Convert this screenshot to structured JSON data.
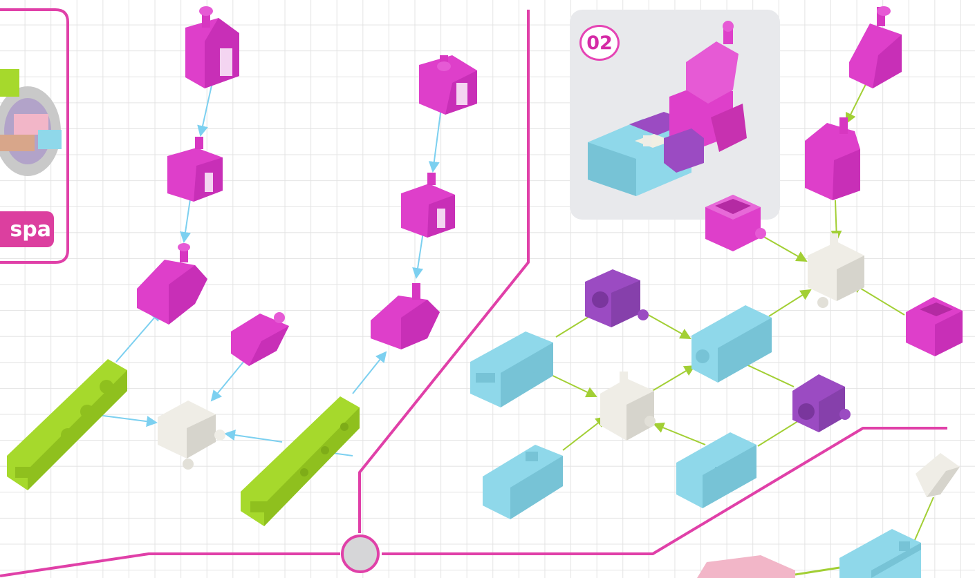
{
  "model_card": {
    "label": "spa"
  },
  "step_card": {
    "number": "02"
  },
  "colors": {
    "magenta": "#de3fca",
    "purple": "#9b4bc2",
    "cyan": "#8fd8ea",
    "lime": "#a6d92c",
    "white_connector": "#efede6",
    "path_line": "#e040a8",
    "arrow_blue": "#7cd0f0",
    "arrow_green": "#a2cf34",
    "step_card_bg": "#e8e9ec"
  },
  "pieces": [
    "magenta-hub-top-a",
    "magenta-cube-a",
    "magenta-hub-angled-a",
    "lime-beam-a",
    "white-connector-a",
    "magenta-cube-small-a",
    "magenta-hub-top-b",
    "magenta-cube-b",
    "magenta-hub-angled-b",
    "lime-beam-b",
    "magenta-hub-top-c",
    "magenta-hub-c",
    "magenta-cube-c",
    "white-connector-b",
    "magenta-cube-d",
    "cyan-block-a",
    "purple-cube-a",
    "cyan-block-b",
    "white-connector-c",
    "purple-cube-b",
    "cyan-block-c",
    "cyan-block-d",
    "white-clip",
    "cyan-block-e",
    "pink-block"
  ]
}
